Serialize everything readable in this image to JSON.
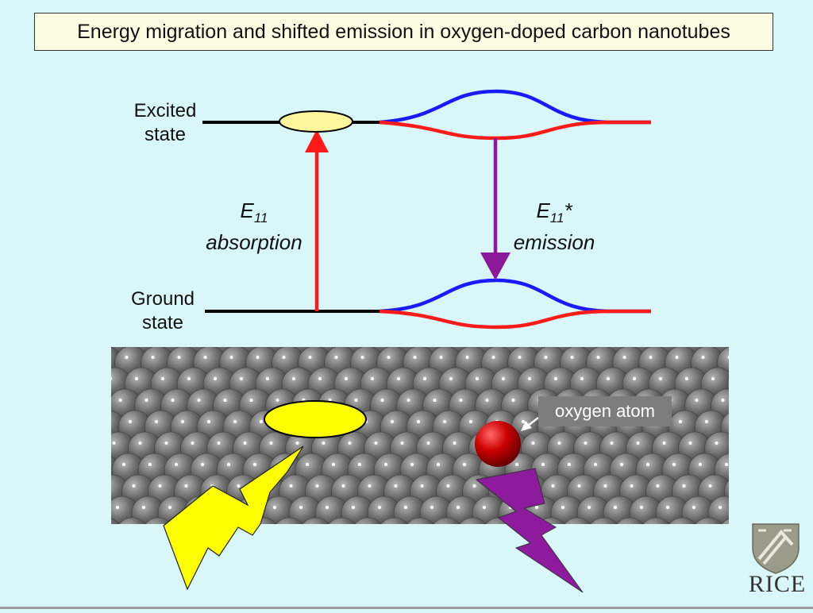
{
  "title": "Energy migration and shifted emission in oxygen-doped carbon nanotubes",
  "levels": {
    "excited": {
      "line1": "Excited",
      "line2": "state"
    },
    "ground": {
      "line1": "Ground",
      "line2": "state"
    }
  },
  "absorption": {
    "symbol": "E",
    "subscript": "11",
    "word": "absorption"
  },
  "emission": {
    "symbol": "E",
    "subscript": "11",
    "star": "*",
    "word": "emission"
  },
  "oxygen_label": "oxygen atom",
  "logo": "RICE",
  "colors": {
    "background": "#d9f7f9",
    "absorption_arrow": "#ff1a1a",
    "emission_arrow": "#8b1a9b",
    "upper_curve": "#1a1aff",
    "lower_curve": "#ff1a1a",
    "exciton": "#ffff00",
    "oxygen": "#cc0000",
    "nanotube": "#5a5a5a"
  }
}
